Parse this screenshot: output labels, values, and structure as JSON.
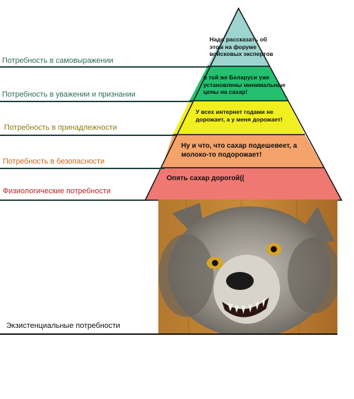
{
  "colors": {
    "self_actualization": "#9ed4d0",
    "esteem": "#22c070",
    "belonging": "#f2ef1f",
    "safety": "#f4a36a",
    "physiological": "#f07872",
    "line": "#1f3f3f",
    "label_green": "#2a6e55",
    "label_olive": "#8a7d10",
    "label_orange": "#c9641a",
    "label_red": "#b82020"
  },
  "levels": [
    {
      "key": "self_actualization",
      "label": "Потребность в самовыражении",
      "text": "Надо рассказать об этом на форуме войсковых экспертов"
    },
    {
      "key": "esteem",
      "label": "Потребность в уважении и признании",
      "text": "в той же Беларуси уже установлены минимальные цены на сахар!"
    },
    {
      "key": "belonging",
      "label": "Потребность в принадлежности",
      "text": "У всех интернет годами не дорожает, а у меня дорожает!"
    },
    {
      "key": "safety",
      "label": "Потребность в безопасности",
      "text": "Ну и что, что сахар подешевеет, а молоко-то подорожает!"
    },
    {
      "key": "physiological",
      "label": "Физиологические потребности",
      "text": "Опять сахар дорогой(("
    }
  ],
  "base": {
    "label": "Экзистенциальные потребности",
    "image": "wolf-photo"
  }
}
